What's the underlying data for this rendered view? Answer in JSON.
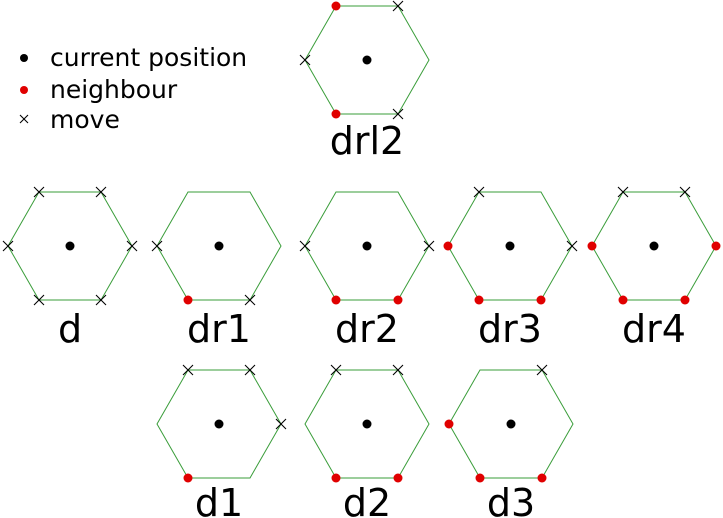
{
  "legend": [
    {
      "symbol": "black-dot",
      "label": "current position"
    },
    {
      "symbol": "red-dot",
      "label": "neighbour"
    },
    {
      "symbol": "cross",
      "label": "move"
    }
  ],
  "colors": {
    "hexagon_edge": "#3a9d3a",
    "current_position": "#000000",
    "neighbour": "#e00000",
    "move": "#000000"
  },
  "vertex_order": [
    "upper-left",
    "upper-right",
    "right",
    "lower-right",
    "lower-left",
    "left"
  ],
  "configurations": [
    {
      "label": "drl2",
      "vertices": [
        "neighbour",
        "move",
        "none",
        "move",
        "neighbour",
        "move"
      ]
    },
    {
      "label": "d",
      "vertices": [
        "move",
        "move",
        "move",
        "move",
        "move",
        "move"
      ]
    },
    {
      "label": "dr1",
      "vertices": [
        "none",
        "none",
        "none",
        "move",
        "neighbour",
        "move"
      ]
    },
    {
      "label": "dr2",
      "vertices": [
        "none",
        "none",
        "move",
        "neighbour",
        "neighbour",
        "move"
      ]
    },
    {
      "label": "dr3",
      "vertices": [
        "move",
        "none",
        "move",
        "neighbour",
        "neighbour",
        "neighbour"
      ]
    },
    {
      "label": "dr4",
      "vertices": [
        "move",
        "move",
        "neighbour",
        "neighbour",
        "neighbour",
        "neighbour"
      ]
    },
    {
      "label": "d1",
      "vertices": [
        "move",
        "move",
        "move",
        "none",
        "neighbour",
        "none"
      ]
    },
    {
      "label": "d2",
      "vertices": [
        "move",
        "move",
        "none",
        "neighbour",
        "neighbour",
        "none"
      ]
    },
    {
      "label": "d3",
      "vertices": [
        "none",
        "move",
        "none",
        "neighbour",
        "neighbour",
        "neighbour"
      ]
    }
  ]
}
